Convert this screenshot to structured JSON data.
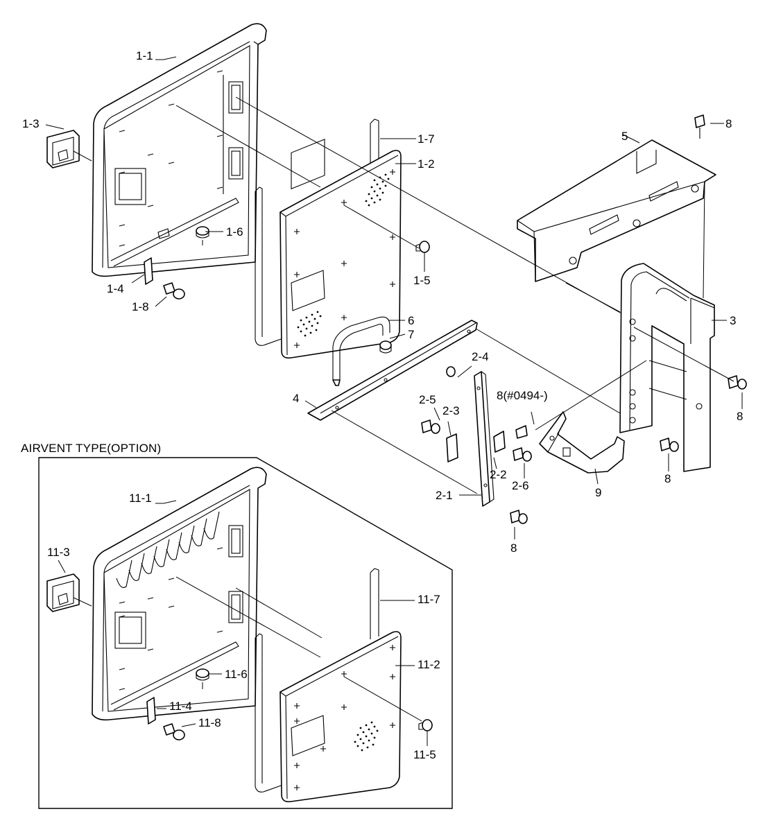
{
  "colors": {
    "ink": "#000000",
    "paper": "#ffffff"
  },
  "option_box": {
    "title": "AIRVENT TYPE(OPTION)"
  },
  "callouts": {
    "c1_1": "1-1",
    "c1_2": "1-2",
    "c1_3": "1-3",
    "c1_4": "1-4",
    "c1_5": "1-5",
    "c1_6": "1-6",
    "c1_7": "1-7",
    "c1_8": "1-8",
    "c2_1": "2-1",
    "c2_2": "2-2",
    "c2_3": "2-3",
    "c2_4": "2-4",
    "c2_5": "2-5",
    "c2_6": "2-6",
    "c3": "3",
    "c4": "4",
    "c5": "5",
    "c6": "6",
    "c7": "7",
    "c8_top": "8",
    "c8_serial": "8(#0494-)",
    "c8_right": "8",
    "c8_lower": "8",
    "c8_bottom": "8",
    "c9": "9",
    "c11_1": "11-1",
    "c11_2": "11-2",
    "c11_3": "11-3",
    "c11_4": "11-4",
    "c11_5": "11-5",
    "c11_6": "11-6",
    "c11_7": "11-7",
    "c11_8": "11-8"
  }
}
